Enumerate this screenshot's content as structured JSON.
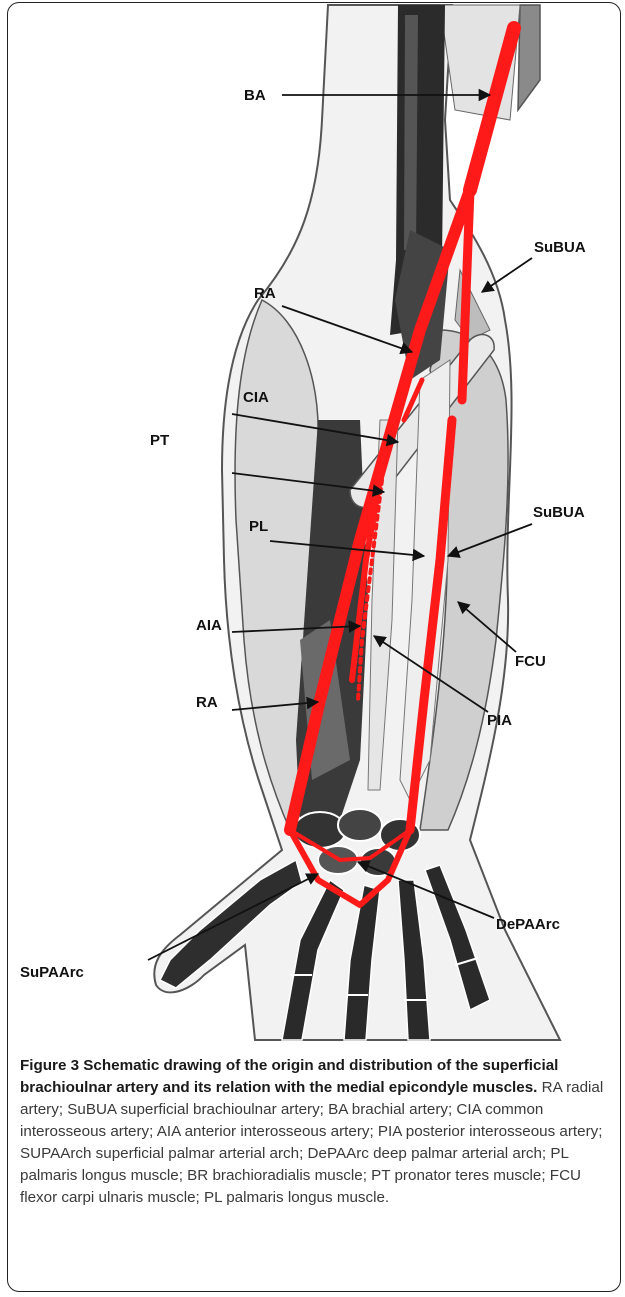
{
  "figure": {
    "labels": {
      "ba": "BA",
      "subua_top": "SuBUA",
      "ra_top": "RA",
      "cia": "CIA",
      "pt": "PT",
      "pl": "PL",
      "subua_mid": "SuBUA",
      "aia": "AIA",
      "fcu": "FCU",
      "ra_bottom": "RA",
      "pia": "PIA",
      "depaarc": "DePAArc",
      "supaarc": "SuPAArc"
    },
    "colors": {
      "artery": "#ff1a1a",
      "bone_dark": "#2b2b2b",
      "muscle_light": "#d7d7d7",
      "arm_outline": "#555555"
    }
  },
  "caption": {
    "title": "Figure 3 Schematic drawing of the origin and distribution of the superficial brachioulnar artery and its relation with the medial epicondyle muscles.",
    "body": "RA radial artery; SuBUA superficial brachioulnar artery; BA brachial artery; CIA common interosseous artery; AIA anterior interosseous artery; PIA posterior interosseous artery; SUPAArch superficial palmar arterial arch; DePAArc deep palmar arterial arch; PL palmaris longus muscle; BR brachioradialis muscle; PT pronator teres muscle; FCU flexor carpi ulnaris muscle; PL palmaris longus muscle."
  }
}
